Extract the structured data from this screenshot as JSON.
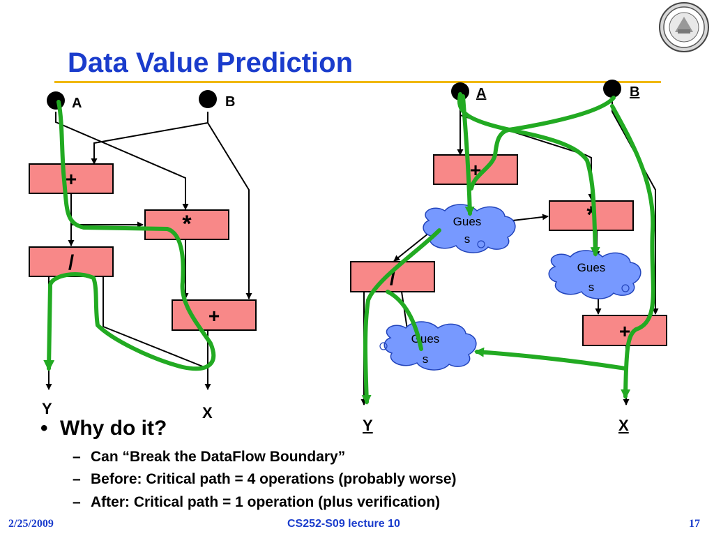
{
  "slide": {
    "title": "Data Value Prediction",
    "accent_color": "#1a3ccc",
    "rule_color": "#f0b800"
  },
  "left_diagram": {
    "inputs": [
      "A",
      "B"
    ],
    "ops": {
      "add_top": "+",
      "mul": "*",
      "div": "/",
      "add_bottom": "+"
    },
    "outputs": [
      "Y",
      "X"
    ]
  },
  "right_diagram": {
    "inputs": [
      "A",
      "B"
    ],
    "ops": {
      "add_top": "+",
      "mul": "*",
      "div": "/",
      "add_bottom": "+"
    },
    "guesses": [
      {
        "line1": "Gues",
        "line2": "s"
      },
      {
        "line1": "Gues",
        "line2": "s"
      },
      {
        "line1": "Gues",
        "line2": "s"
      }
    ],
    "outputs": [
      "Y",
      "X"
    ]
  },
  "colors": {
    "op_box_fill": "#f88888",
    "guess_cloud_fill": "#7799ff",
    "critical_path": "#22aa22"
  },
  "bullets": {
    "main": "Why do it?",
    "sub": [
      "Can “Break the DataFlow Boundary”",
      "Before: Critical path = 4 operations (probably worse)",
      "After: Critical path = 1 operation (plus verification)"
    ]
  },
  "footer": {
    "date": "2/25/2009",
    "course": "CS252-S09 lecture 10",
    "page": "17"
  }
}
